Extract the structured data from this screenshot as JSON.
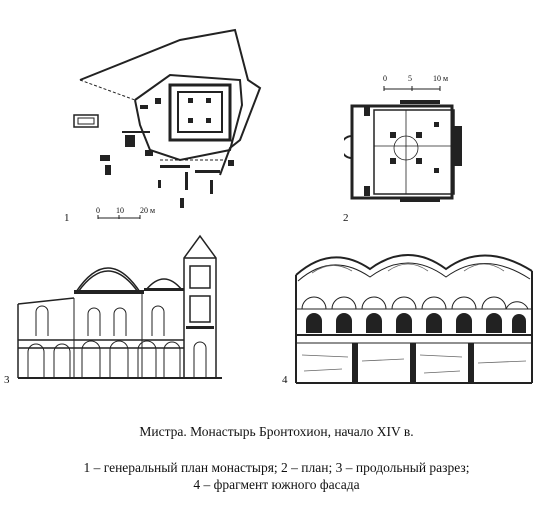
{
  "figure": {
    "numbers": [
      "1",
      "2",
      "3",
      "4"
    ],
    "scale1": {
      "zero": "0",
      "mid": "10",
      "end": "20 м"
    },
    "scale2": {
      "zero": "0",
      "mid": "5",
      "end": "10 м"
    }
  },
  "caption": {
    "title": "Мистра. Монастырь Бронтохион, начало XIV в.",
    "line1": "1 – генеральный план монастыря; 2 – план; 3 – продольный разрез;",
    "line2": "4 – фрагмент южного фасада"
  }
}
